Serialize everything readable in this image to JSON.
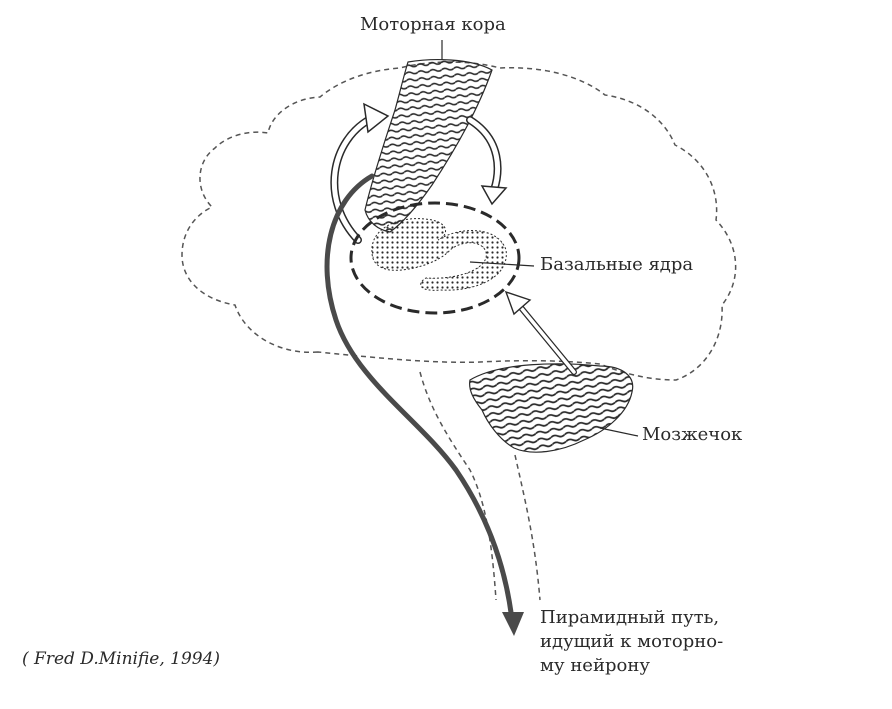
{
  "labels": {
    "motor_cortex": "Моторная кора",
    "basal_ganglia": "Базальные ядра",
    "cerebellum": "Мозжечок",
    "pyramidal_path": [
      "Пирамидный путь,",
      "идущий к моторно-",
      "му нейрону"
    ],
    "citation": "( Fred D.Minifie, 1994)"
  },
  "colors": {
    "ink": "#2a2a2a",
    "outline": "#555555",
    "pathway": "#4a4a4a",
    "background": "#ffffff"
  }
}
